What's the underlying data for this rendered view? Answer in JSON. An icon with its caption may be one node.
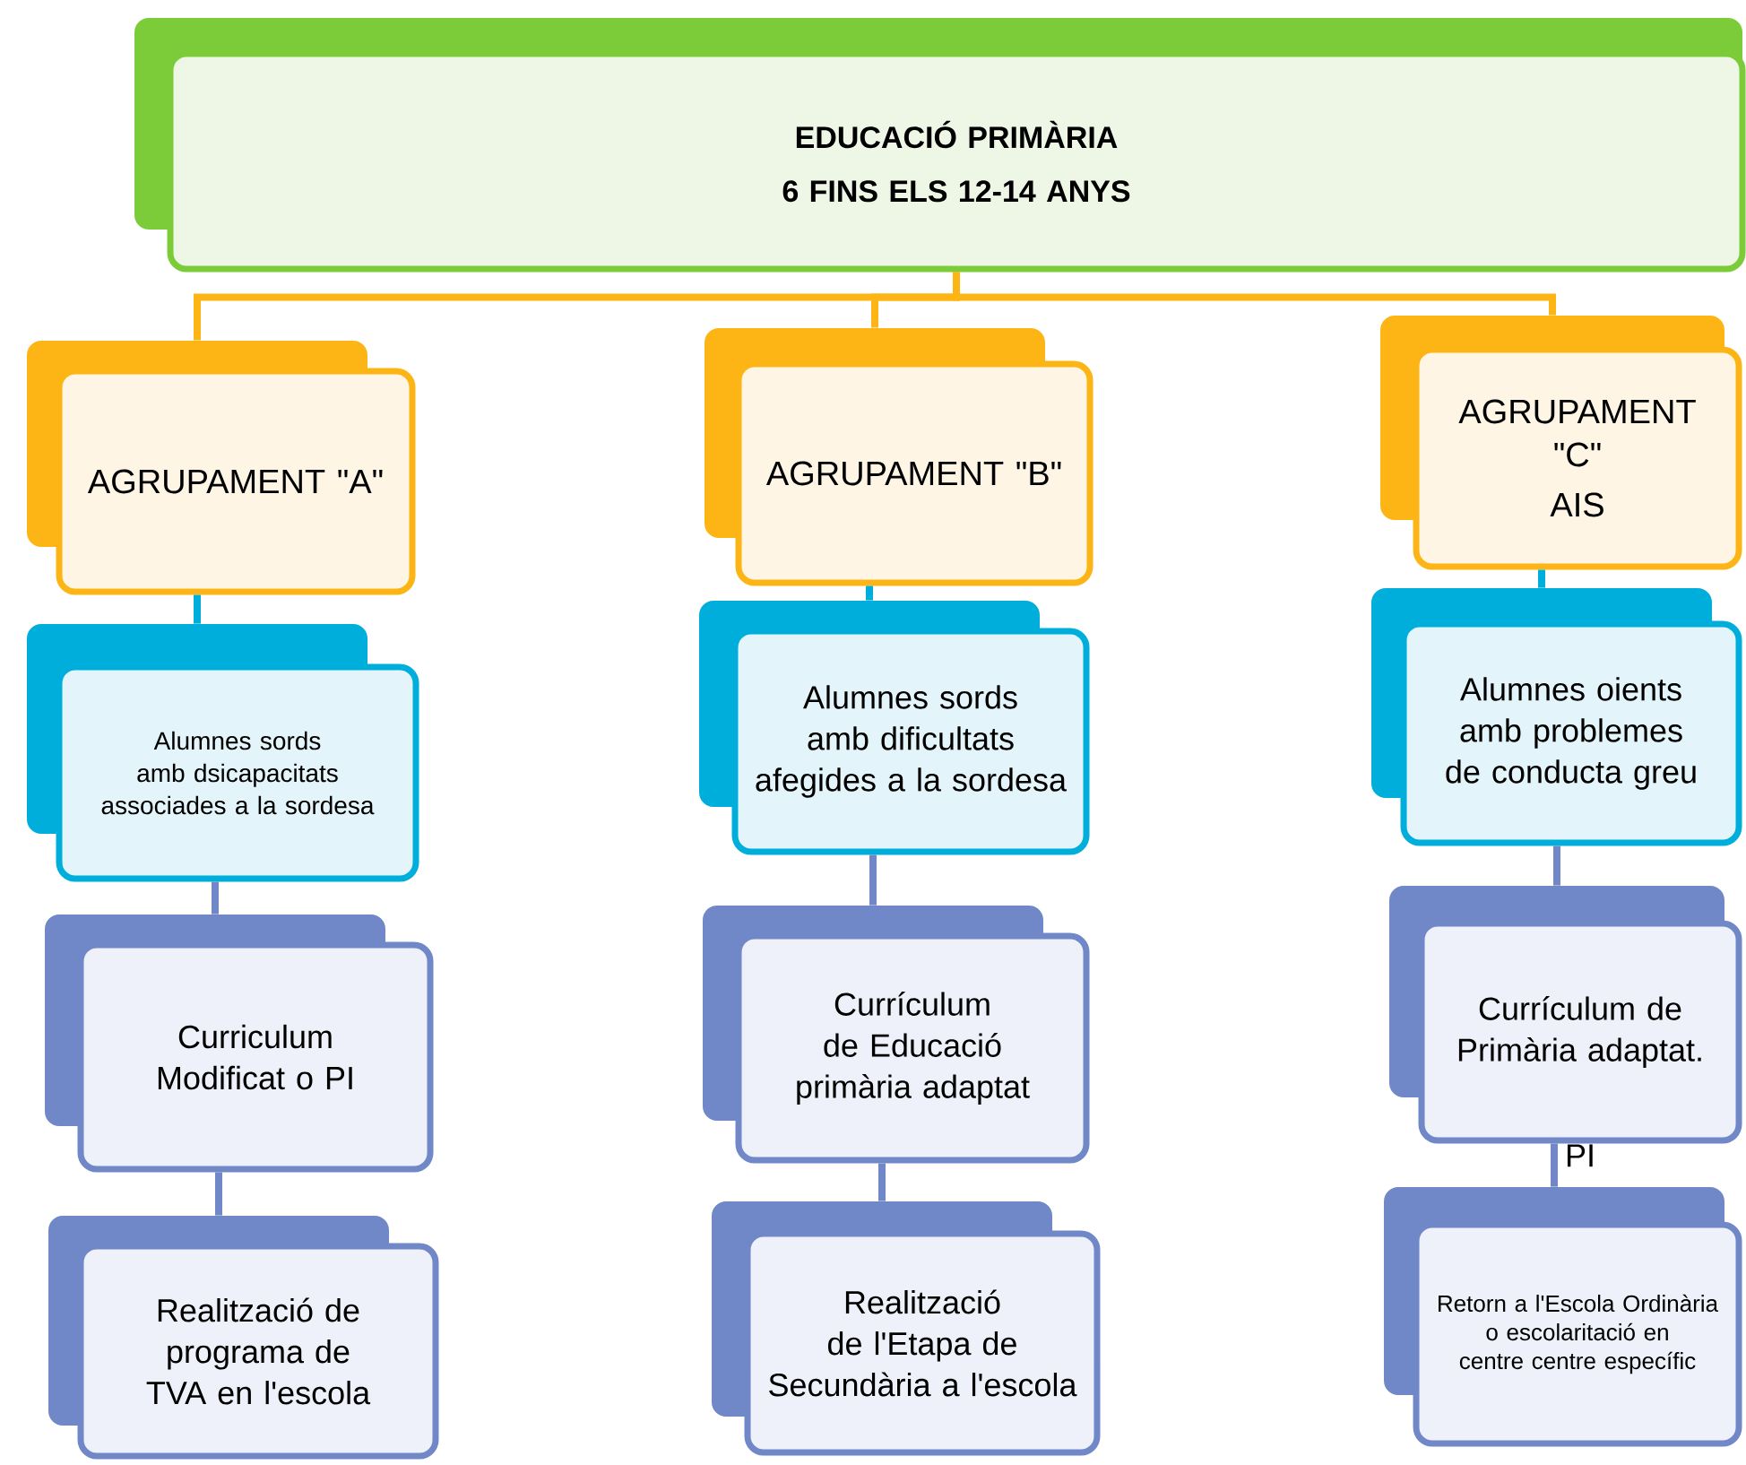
{
  "diagram": {
    "nodes": [
      {
        "text": [
          "EDUCACIÓ PRIMÀRIA",
          "6 FINS ELS 12-14 ANYS"
        ]
      },
      {
        "text": [
          "AGRUPAMENT \"A\""
        ]
      },
      {
        "text": [
          "AGRUPAMENT \"B\""
        ]
      },
      {
        "text": [
          "AGRUPAMENT \"C\"",
          "AIS"
        ]
      },
      {
        "text": [
          "Alumnes sords amb dsicapacitats associades a la sordesa"
        ]
      },
      {
        "text": [
          "Alumnes sords amb dificultats afegides a la sordesa"
        ]
      },
      {
        "text": [
          "Alumnes oients amb problemes de conducta greu"
        ]
      },
      {
        "text": [
          "Curriculum Modificat o PI"
        ]
      },
      {
        "text": [
          "Currículum de Educació primària adaptat"
        ]
      },
      {
        "text": [
          "Currículum de Primària adaptat.",
          "PI"
        ]
      },
      {
        "text": [
          "Realització de programa de TVA en l'escola"
        ]
      },
      {
        "text": [
          "Realització de l'Etapa de Secundària a l'escola"
        ]
      },
      {
        "text": [
          "Retorn a l'Escola Ordinària o escolaritació en centre centre específic"
        ]
      }
    ],
    "edges": [
      {
        "from": 0,
        "to": 1,
        "arrow": "none",
        "color": "#fdb515"
      },
      {
        "from": 0,
        "to": 2,
        "arrow": "none",
        "color": "#fdb515"
      },
      {
        "from": 0,
        "to": 3,
        "arrow": "none",
        "color": "#fdb515"
      },
      {
        "from": 1,
        "to": 4,
        "arrow": "none",
        "color": "#00aedb"
      },
      {
        "from": 2,
        "to": 5,
        "arrow": "none",
        "color": "#00aedb"
      },
      {
        "from": 3,
        "to": 6,
        "arrow": "none",
        "color": "#00aedb"
      },
      {
        "from": 4,
        "to": 7,
        "arrow": "none"
      },
      {
        "from": 5,
        "to": 8,
        "arrow": "none"
      },
      {
        "from": 6,
        "to": 9,
        "arrow": "none"
      },
      {
        "from": 7,
        "to": 10,
        "arrow": "none"
      },
      {
        "from": 8,
        "to": 11,
        "arrow": "none"
      },
      {
        "from": 9,
        "to": 12,
        "arrow": "none"
      }
    ]
  }
}
